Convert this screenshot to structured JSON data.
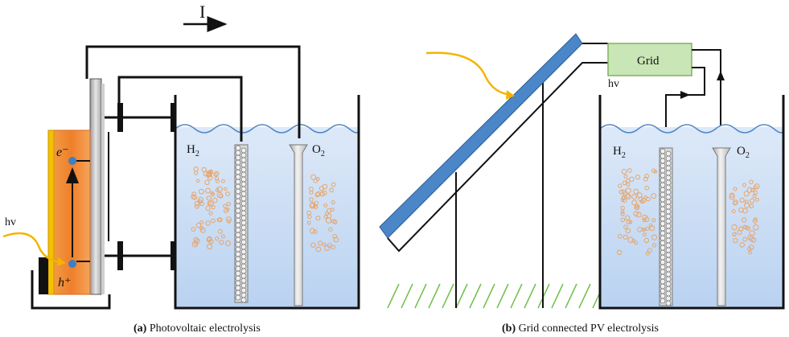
{
  "panel_a": {
    "current_label": "I",
    "light_label": "hv",
    "electron_label": "e⁻",
    "hole_label": "h⁺",
    "h2_label": "H",
    "o2_label": "O",
    "subscript_2": "2",
    "caption_letter": "(a)",
    "caption_text": " Photovoltaic electrolysis"
  },
  "panel_b": {
    "grid_label": "Grid",
    "light_label": "hv",
    "h2_label": "H",
    "o2_label": "O",
    "subscript_2": "2",
    "caption_letter": "(b)",
    "caption_text": " Grid connected PV electrolysis"
  },
  "colors": {
    "water": "#c9ddf5",
    "water_edge": "#4f86c6",
    "pv_panel": "#4a86c8",
    "semiconductor": "#f07f2a",
    "grid_box": "#c9e6b6",
    "ground_hatch": "#6fbf4b",
    "light_ray": "#f5b400"
  }
}
